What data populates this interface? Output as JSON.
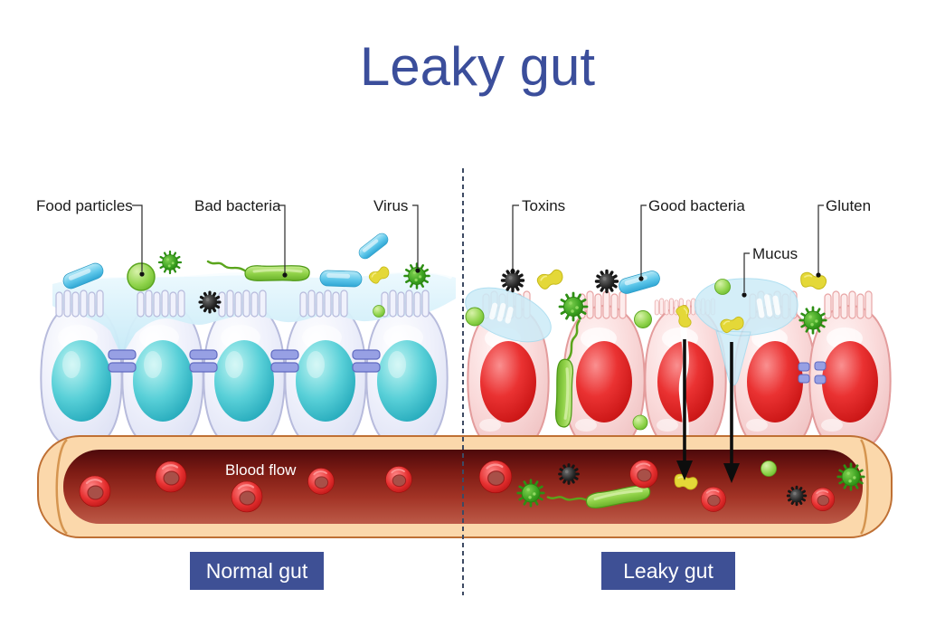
{
  "title": {
    "text": "Leaky gut",
    "color": "#3b4e9b"
  },
  "labels": {
    "food_particles": "Food particles",
    "bad_bacteria": "Bad bacteria",
    "virus": "Virus",
    "toxins": "Toxins",
    "good_bacteria": "Good bacteria",
    "mucus": "Mucus",
    "gluten": "Gluten"
  },
  "vessel": {
    "blood_flow": "Blood flow"
  },
  "badges": {
    "normal": "Normal gut",
    "leaky": "Leaky gut",
    "bg_color": "#3e5095",
    "text_color": "#ffffff"
  },
  "colors": {
    "title": "#3b4e9b",
    "label_text": "#1a1a1a",
    "divider": "#3d4a63",
    "mucus": "#cdecf8",
    "normal_cell_body": "#edeffb",
    "normal_cell_nucleus": "#2fb9c8",
    "leaky_cell_body": "#fadada",
    "leaky_cell_nucleus": "#d92020",
    "tight_junction": "#97a0e4",
    "vessel_wall": "#fbd8ab",
    "blood_dark": "#4d090b",
    "blood_light": "#bc5a48",
    "red_blood_cell": "#e63030",
    "good_bacteria_blue": "#5ec7ea",
    "bad_bacteria_green": "#8fd147",
    "virus_green": "#3aa120",
    "toxin_black": "#161616",
    "gluten_yellow": "#e4d838",
    "food_particle_green": "#90d44c"
  },
  "organism_icons": {
    "food_particle": "green-sphere-icon",
    "bad_bacteria": "flagellated-rod-icon",
    "virus": "spiked-sphere-icon",
    "toxin": "black-spiked-ball-icon",
    "good_bacteria": "blue-capsule-icon",
    "gluten": "yellow-peanut-icon",
    "red_blood_cell": "red-blood-cell-icon",
    "mucus": "mucus-blob-icon"
  }
}
